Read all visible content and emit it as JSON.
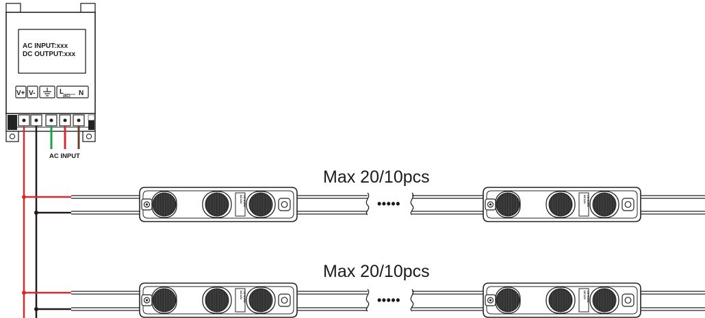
{
  "psu": {
    "ac_input": "AC INPUT:xxx",
    "dc_output": "DC OUTPUT:xxx",
    "terminals": [
      "V+",
      "V-",
      "⏚",
      "L",
      "N"
    ],
    "terminal_sub": "(AC)"
  },
  "ac_input_label": "AC INPUT",
  "rows": [
    {
      "max_label": "Max 20/10pcs",
      "ellipsis": "•••••"
    },
    {
      "max_label": "Max 20/10pcs",
      "ellipsis": "•••••"
    }
  ],
  "module": {
    "line1": "DC12V",
    "line2": "CE RoHS"
  },
  "colors": {
    "positive_wire": "#d7282f",
    "negative_wire": "#231815",
    "ground_wire": "#1ca04a",
    "live_wire": "#d7282f",
    "neutral_wire": "#6b3e26"
  }
}
